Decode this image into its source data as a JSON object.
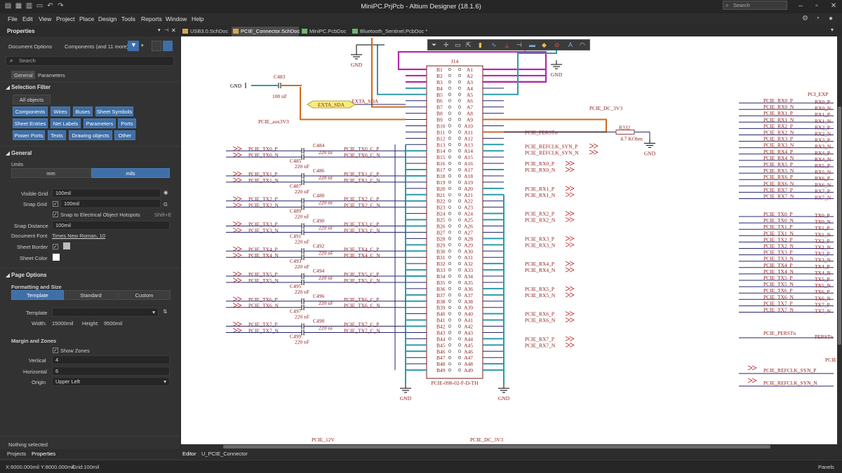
{
  "titlebar": {
    "title": "MiniPC.PrjPcb - Altium Designer (18.1.6)",
    "search_placeholder": "Search"
  },
  "menu": [
    "File",
    "Edit",
    "View",
    "Project",
    "Place",
    "Design",
    "Tools",
    "Reports",
    "Window",
    "Help"
  ],
  "tabs": [
    {
      "label": "USB3.0.SchDoc *",
      "icon_color": "#d8a84a",
      "active": false
    },
    {
      "label": "PCIE_Connector.SchDoc *",
      "icon_color": "#d8a84a",
      "active": true
    },
    {
      "label": "MiniPC.PcbDoc *",
      "icon_color": "#6bb86b",
      "active": false
    },
    {
      "label": "Bluetooth_Sentinel.PcbDoc *",
      "icon_color": "#6bb86b",
      "active": false
    }
  ],
  "properties": {
    "title": "Properties",
    "doc_options_label": "Document Options",
    "components_label": "Components (and 11 more)",
    "search_placeholder": "Search",
    "subtab_general": "General",
    "subtab_parameters": "Parameters",
    "selection_filter_title": "Selection Filter",
    "all_objects": "All objects",
    "filter_buttons": [
      "Components",
      "Wires",
      "Buses",
      "Sheet Symbols",
      "Sheet Entries",
      "Net Labels",
      "Parameters",
      "Ports",
      "Power Ports",
      "Texts",
      "Drawing objects",
      "Other"
    ],
    "general_title": "General",
    "units_label": "Units",
    "unit_mm": "mm",
    "unit_mils": "mils",
    "visible_grid_label": "Visible Grid",
    "visible_grid_value": "100mil",
    "snap_grid_label": "Snap Grid",
    "snap_grid_value": "100mil",
    "snap_grid_key": "G",
    "snap_hotspots_label": "Snap to Electrical Object Hotspots",
    "snap_hotspots_shortcut": "Shift+E",
    "snap_distance_label": "Snap Distance",
    "snap_distance_value": "100mil",
    "doc_font_label": "Document Font",
    "doc_font_value": "Times New Roman, 10",
    "sheet_border_label": "Sheet Border",
    "sheet_color_label": "Sheet Color",
    "page_options_title": "Page Options",
    "formatting_title": "Formatting and Size",
    "fmt_template": "Template",
    "fmt_standard": "Standard",
    "fmt_custom": "Custom",
    "template_label": "Template",
    "width_label": "Width:",
    "width_value": "15000mil",
    "height_label": "Height:",
    "height_value": "9500mil",
    "margin_title": "Margin and Zones",
    "show_zones_label": "Show Zones",
    "vertical_label": "Vertical",
    "vertical_value": "4",
    "horizontal_label": "Horizontal",
    "horizontal_value": "6",
    "origin_label": "Origin",
    "origin_value": "Upper Left",
    "nothing_selected": "Nothing selected"
  },
  "bottom": {
    "projects": "Projects",
    "properties": "Properties",
    "editor": "Editor",
    "component_tab": "U_PCIE_Connector"
  },
  "status": {
    "coords": "X:6000.000mil Y:8000.000mil",
    "grid": "Grid:100mil",
    "panels": "Panels"
  },
  "schematic": {
    "designator": "J14",
    "part": "PCIE-098-02-F-D-TH",
    "gnd": "GND",
    "extra_sda_port": "EXTA_SDA",
    "extra_sda_net": "EXTA_SDA",
    "pcie_aux": "PCIE_aux3V3",
    "pcie_dc": "PCIE_DC_3V3",
    "pcie_perstn": "PCIE_PERSTn",
    "r_des": "R332",
    "r_val": "4.7 KOhm",
    "c483": "C483",
    "c483_val": "100 nF",
    "refclk_p": "PCIE_REFCLK_SYN_P",
    "refclk_n": "PCIE_REFCLK_SYN_N",
    "bottom_label_12v": "PCIE_12V",
    "bottom_label_3v3": "PCIE_DC_3V3",
    "right_header": "PCI_EXP",
    "right_perstn": "PCIE_PERSTn",
    "right_perstn_tail": "PERSTn",
    "right_refclk_p": "PCIE_REFCLK_SYN_P",
    "right_refclk_n": "PCIE_REFCLK_SYN_N",
    "right_tail_top": "PCIE",
    "cap_val": "220 nF",
    "b_pins": [
      "B1",
      "B2",
      "B3",
      "B4",
      "B5",
      "B6",
      "B7",
      "B8",
      "B9",
      "B10",
      "B11",
      "B12",
      "B13",
      "B14",
      "B15",
      "B16",
      "B17",
      "B18",
      "B19",
      "B20",
      "B21",
      "B22",
      "B23",
      "B24",
      "B25",
      "B26",
      "B27",
      "B28",
      "B29",
      "B30",
      "B31",
      "B32",
      "B33",
      "B34",
      "B35",
      "B36",
      "B37",
      "B38",
      "B39",
      "B40",
      "B41",
      "B42",
      "B43",
      "B44",
      "B45",
      "B46",
      "B47",
      "B48",
      "B49"
    ],
    "a_pins": [
      "A1",
      "A2",
      "A3",
      "A4",
      "A5",
      "A6",
      "A7",
      "A8",
      "A9",
      "A10",
      "A11",
      "A12",
      "A13",
      "A14",
      "A15",
      "A16",
      "A17",
      "A18",
      "A19",
      "A20",
      "A21",
      "A22",
      "A23",
      "A24",
      "A25",
      "A26",
      "A27",
      "A28",
      "A29",
      "A30",
      "A31",
      "A32",
      "A33",
      "A34",
      "A35",
      "A36",
      "A37",
      "A38",
      "A39",
      "A40",
      "A41",
      "A42",
      "A43",
      "A44",
      "A45",
      "A46",
      "A47",
      "A48",
      "A49"
    ],
    "tx_pairs": [
      {
        "p": "PCIE_TX0_P",
        "n": "PCIE_TX0_N",
        "cp": "PCIE_TX0_C_P",
        "cn": "PCIE_TX0_C_N",
        "c1": "C484",
        "c2": "C485"
      },
      {
        "p": "PCIE_TX1_P",
        "n": "PCIE_TX1_N",
        "cp": "PCIE_TX1_C_P",
        "cn": "PCIE_TX1_C_N",
        "c1": "C486",
        "c2": "C487"
      },
      {
        "p": "PCIE_TX2_P",
        "n": "PCIE_TX2_N",
        "cp": "PCIE_TX2_C_P",
        "cn": "PCIE_TX2_C_N",
        "c1": "C488",
        "c2": "C489"
      },
      {
        "p": "PCIE_TX3_P",
        "n": "PCIE_TX3_N",
        "cp": "PCIE_TX3_C_P",
        "cn": "PCIE_TX3_C_N",
        "c1": "C490",
        "c2": "C491"
      },
      {
        "p": "PCIE_TX4_P",
        "n": "PCIE_TX4_N",
        "cp": "PCIE_TX4_C_P",
        "cn": "PCIE_TX4_C_N",
        "c1": "C492",
        "c2": "C493"
      },
      {
        "p": "PCIE_TX5_P",
        "n": "PCIE_TX5_N",
        "cp": "PCIE_TX5_C_P",
        "cn": "PCIE_TX5_C_N",
        "c1": "C494",
        "c2": "C495"
      },
      {
        "p": "PCIE_TX6_P",
        "n": "PCIE_TX6_N",
        "cp": "PCIE_TX6_C_P",
        "cn": "PCIE_TX6_C_N",
        "c1": "C496",
        "c2": "C497"
      },
      {
        "p": "PCIE_TX7_P",
        "n": "PCIE_TX7_N",
        "cp": "PCIE_TX7_C_P",
        "cn": "PCIE_TX7_C_N",
        "c1": "C498",
        "c2": "C499"
      }
    ],
    "rx_pairs": [
      {
        "p": "PCIE_RX0_P",
        "n": "PCIE_RX0_N"
      },
      {
        "p": "PCIE_RX1_P",
        "n": "PCIE_RX1_N"
      },
      {
        "p": "PCIE_RX2_P",
        "n": "PCIE_RX2_N"
      },
      {
        "p": "PCIE_RX3_P",
        "n": "PCIE_RX3_N"
      },
      {
        "p": "PCIE_RX4_P",
        "n": "PCIE_RX4_N"
      },
      {
        "p": "PCIE_RX5_P",
        "n": "PCIE_RX5_N"
      },
      {
        "p": "PCIE_RX6_P",
        "n": "PCIE_RX6_N"
      },
      {
        "p": "PCIE_RX7_P",
        "n": "PCIE_RX7_N"
      }
    ],
    "right_rx": [
      {
        "a": "PCIE_RX0_P",
        "b": "RX0_P"
      },
      {
        "a": "PCIE_RX0_N",
        "b": "RX0_N"
      },
      {
        "a": "PCIE_RX1_P",
        "b": "RX1_P"
      },
      {
        "a": "PCIE_RX1_N",
        "b": "RX1_N"
      },
      {
        "a": "PCIE_RX2_P",
        "b": "RX2_P"
      },
      {
        "a": "PCIE_RX2_N",
        "b": "RX2_N"
      },
      {
        "a": "PCIE_RX3_P",
        "b": "RX3_P"
      },
      {
        "a": "PCIE_RX3_N",
        "b": "RX3_N"
      },
      {
        "a": "PCIE_RX4_P",
        "b": "RX4_P"
      },
      {
        "a": "PCIE_RX4_N",
        "b": "RX4_N"
      },
      {
        "a": "PCIE_RX5_P",
        "b": "RX5_P"
      },
      {
        "a": "PCIE_RX5_N",
        "b": "RX5_N"
      },
      {
        "a": "PCIE_RX6_P",
        "b": "RX6_P"
      },
      {
        "a": "PCIE_RX6_N",
        "b": "RX6_N"
      },
      {
        "a": "PCIE_RX7_P",
        "b": "RX7_P"
      },
      {
        "a": "PCIE_RX7_N",
        "b": "RX7_N"
      }
    ],
    "right_tx": [
      {
        "a": "PCIE_TX0_P",
        "b": "TX0_P"
      },
      {
        "a": "PCIE_TX0_N",
        "b": "TX0_N"
      },
      {
        "a": "PCIE_TX1_P",
        "b": "TX1_P"
      },
      {
        "a": "PCIE_TX1_N",
        "b": "TX1_N"
      },
      {
        "a": "PCIE_TX2_P",
        "b": "TX2_P"
      },
      {
        "a": "PCIE_TX2_N",
        "b": "TX2_N"
      },
      {
        "a": "PCIE_TX3_P",
        "b": "TX3_P"
      },
      {
        "a": "PCIE_TX3_N",
        "b": "TX3_N"
      },
      {
        "a": "PCIE_TX4_P",
        "b": "TX4_P"
      },
      {
        "a": "PCIE_TX4_N",
        "b": "TX4_N"
      },
      {
        "a": "PCIE_TX5_P",
        "b": "TX5_P"
      },
      {
        "a": "PCIE_TX5_N",
        "b": "TX5_N"
      },
      {
        "a": "PCIE_TX6_P",
        "b": "TX6_P"
      },
      {
        "a": "PCIE_TX6_N",
        "b": "TX6_N"
      },
      {
        "a": "PCIE_TX7_P",
        "b": "TX7_P"
      },
      {
        "a": "PCIE_TX7_N",
        "b": "TX7_N"
      }
    ]
  },
  "colors": {
    "wire_blue": "#23236e",
    "wire_teal": "#2e9aa8",
    "wire_magenta": "#b42aa8",
    "wire_orange": "#d06a1e",
    "accent_blue": "#3e6fa8",
    "net_label": "#8c1a1a"
  }
}
